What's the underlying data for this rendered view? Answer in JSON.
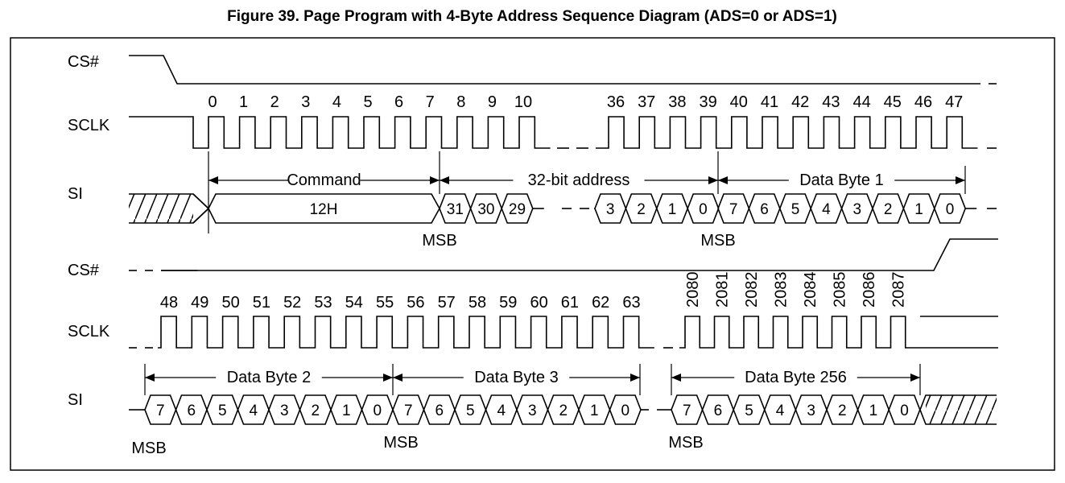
{
  "title": "Figure 39. Page Program with 4-Byte Address Sequence Diagram (ADS=0 or ADS=1)",
  "signals": {
    "cs": "CS#",
    "sclk": "SCLK",
    "si": "SI"
  },
  "clock_labels_1": [
    "0",
    "1",
    "2",
    "3",
    "4",
    "5",
    "6",
    "7",
    "8",
    "9",
    "10"
  ],
  "clock_labels_1b": [
    "36",
    "37",
    "38",
    "39",
    "40",
    "41",
    "42",
    "43",
    "44",
    "45",
    "46",
    "47"
  ],
  "clock_labels_2": [
    "48",
    "49",
    "50",
    "51",
    "52",
    "53",
    "54",
    "55",
    "56",
    "57",
    "58",
    "59",
    "60",
    "61",
    "62",
    "63"
  ],
  "clock_labels_2b": [
    "2080",
    "2081",
    "2082",
    "2083",
    "2084",
    "2085",
    "2086",
    "2087"
  ],
  "spans": {
    "command": "Command",
    "address": "32-bit address",
    "data1": "Data Byte 1",
    "data2": "Data Byte 2",
    "data3": "Data Byte 3",
    "data256": "Data Byte 256"
  },
  "command_value": "12H",
  "addr_high_bits": [
    "31",
    "30",
    "29"
  ],
  "addr_low_bits": [
    "3",
    "2",
    "1",
    "0"
  ],
  "data_bits": [
    "7",
    "6",
    "5",
    "4",
    "3",
    "2",
    "1",
    "0"
  ],
  "msb": "MSB"
}
